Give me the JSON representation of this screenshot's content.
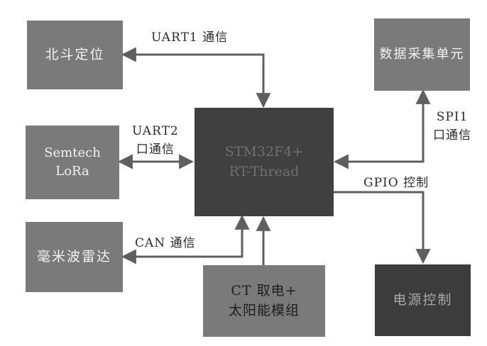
{
  "colors": {
    "block_gray": "#7a7a7a",
    "block_dark": "#404040",
    "block_darkest": "#3c3c3c",
    "wire": "#5f5f5f",
    "label_text": "#2a2a2a",
    "block_text": "#f2f2f2"
  },
  "blocks": {
    "beidou": "北斗定位",
    "lora": "Semtech LoRa",
    "radar": "毫米波雷达",
    "mcu": "STM32F4+\nRT-Thread",
    "power_supply": "CT 取电+\n太阳能模组",
    "data_acq": "数据采集单元",
    "power_ctrl": "电源控制"
  },
  "labels": {
    "uart1": "UART1 通信",
    "uart2": "UART2\n口通信",
    "can": "CAN 通信",
    "spi1": "SPI1\n口通信",
    "gpio": "GPIO 控制"
  }
}
